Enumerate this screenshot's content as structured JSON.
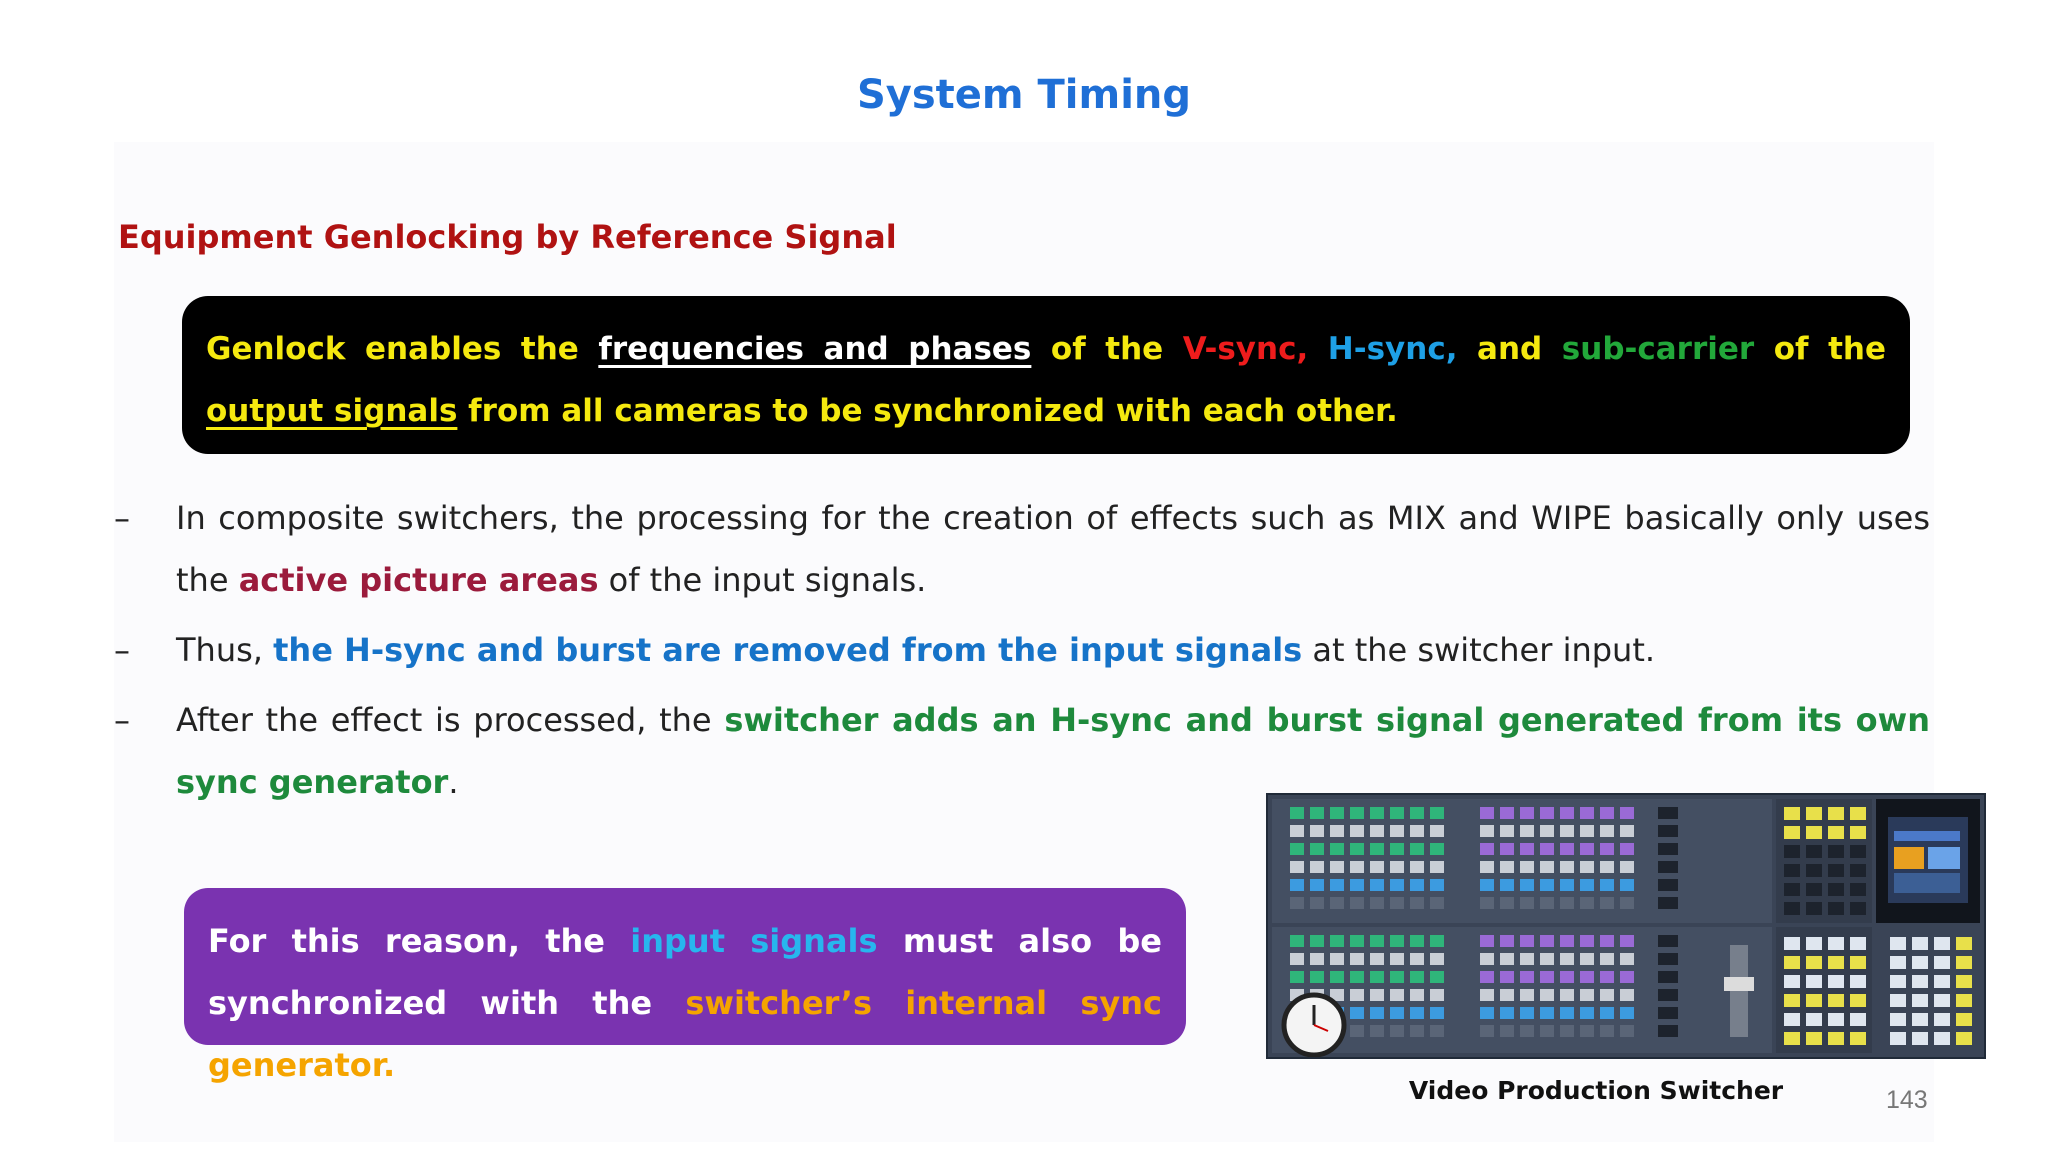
{
  "slide": {
    "title": "System Timing",
    "subtitle": "Equipment Genlocking by Reference Signal",
    "callout_black": {
      "t1": "Genlock enables the ",
      "t2": "frequencies and phases",
      "t3": " of the ",
      "t4": "V-sync,",
      "t5": " ",
      "t6": "H-sync,",
      "t7": " and ",
      "t8": "sub-carrier",
      "t9": " of the ",
      "t10": "output signals",
      "t11": " from all cameras to be synchronized with each other."
    },
    "bullets": [
      {
        "dash": "–",
        "a": "In composite switchers, the processing for the creation of effects such as MIX and WIPE basically only uses the ",
        "b": "active picture areas",
        "c": " of the input signals."
      },
      {
        "dash": "–",
        "a": "Thus, ",
        "b": "the H-sync and burst are removed from the input signals",
        "c": " at the switcher input."
      },
      {
        "dash": "–",
        "a": "After the effect is processed, the ",
        "b": "switcher adds an H-sync and burst signal generated from its own sync generator",
        "c": "."
      }
    ],
    "callout_purple": {
      "t1": "For this reason, the ",
      "t2": "input signals",
      "t3": " must also be synchronized with the ",
      "t4": "switcher’s internal sync generator."
    },
    "image_caption": "Video Production Switcher",
    "page_number": "143",
    "colors": {
      "title": "#1f6fd6",
      "subtitle": "#b01212",
      "callout_black_bg": "#000000",
      "callout_text": "#f5e90f",
      "callout_purple_bg": "#7a33b0"
    }
  }
}
